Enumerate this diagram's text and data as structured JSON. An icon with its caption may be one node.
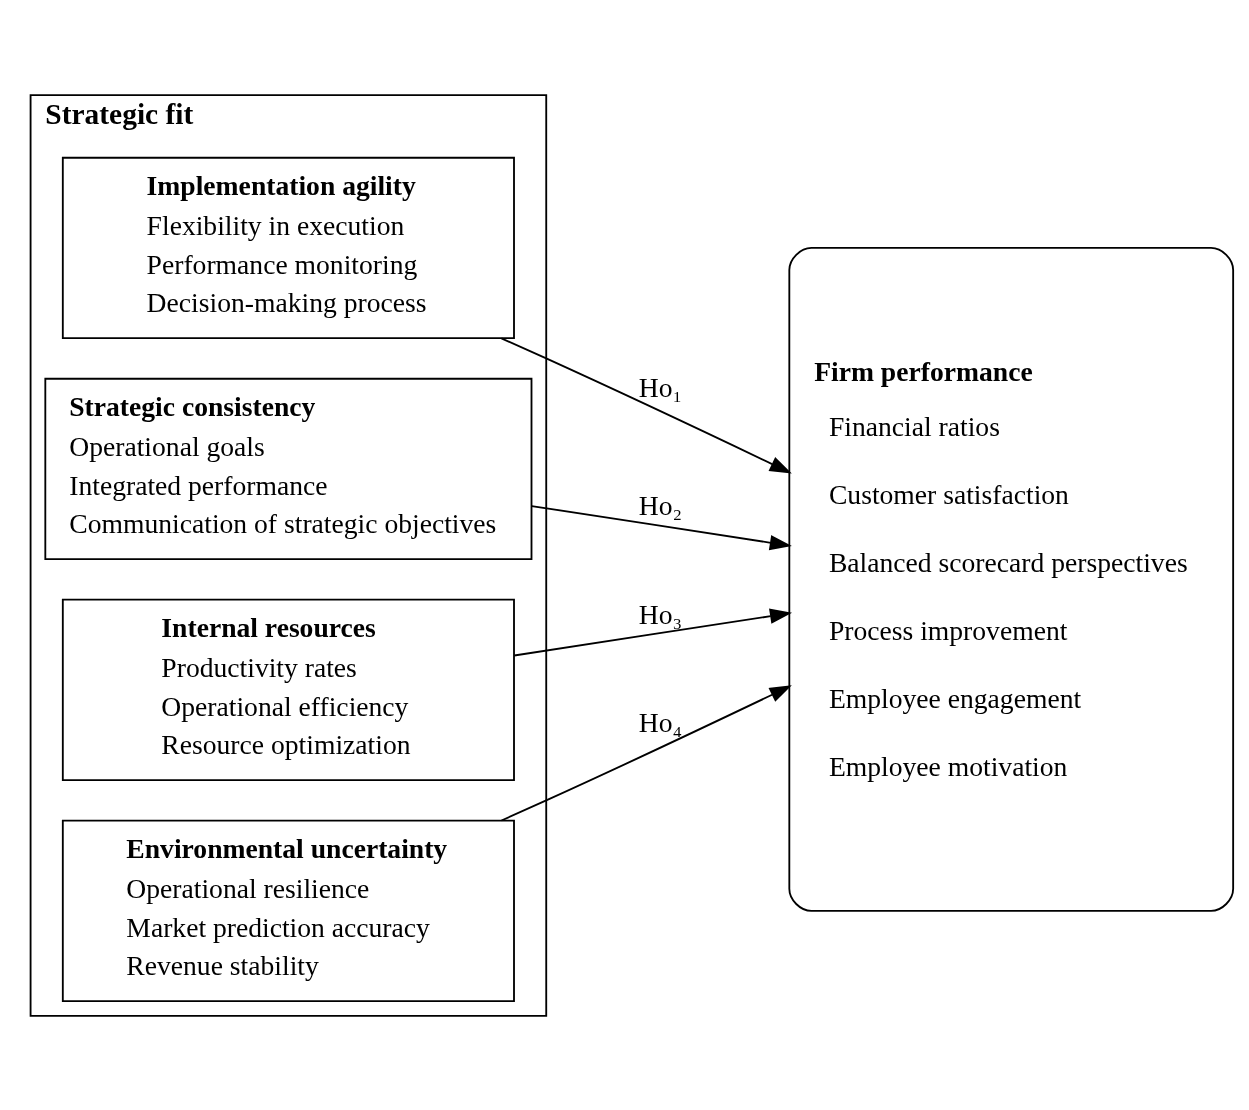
{
  "diagram": {
    "nodes": [
      {
        "text": [
          "Strategic fit"
        ]
      },
      {
        "text": [
          "Implementation agility",
          "Flexibility in execution",
          "Performance monitoring",
          "Decision-making process"
        ],
        "in": 0
      },
      {
        "text": [
          "Strategic consistency",
          "Operational goals",
          "Integrated performance",
          "Communication of strategic objectives"
        ],
        "in": 0
      },
      {
        "text": [
          "Internal resources",
          "Productivity rates",
          "Operational efficiency",
          "Resource optimization"
        ],
        "in": 0
      },
      {
        "text": [
          "Environmental uncertainty",
          "Operational resilience",
          "Market prediction accuracy",
          "Revenue stability"
        ],
        "in": 0
      },
      {
        "text": [
          "Firm performance",
          "Financial ratios",
          "Customer satisfaction",
          "Balanced scorecard perspectives",
          "Process improvement",
          "Employee engagement",
          "Employee motivation"
        ]
      }
    ],
    "edges": [
      {
        "from": 1,
        "to": 5,
        "arrow": "to",
        "label": "Ho₁"
      },
      {
        "from": 2,
        "to": 5,
        "arrow": "to",
        "label": "Ho₂"
      },
      {
        "from": 3,
        "to": 5,
        "arrow": "to",
        "label": "Ho₃"
      },
      {
        "from": 4,
        "to": 5,
        "arrow": "to",
        "label": "Ho₄"
      }
    ]
  }
}
